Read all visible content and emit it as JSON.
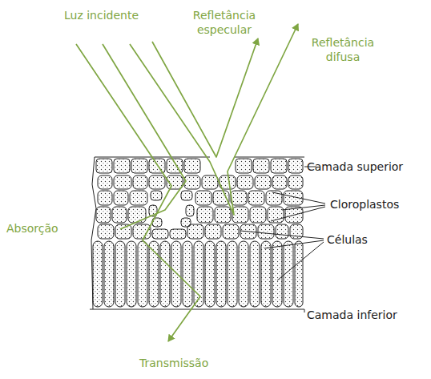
{
  "diagram": {
    "labels": [
      "Luz incidente",
      "Refletância especular",
      "Refletância difusa",
      "Camada superior",
      "Cloroplastos",
      "Absorção",
      "Células",
      "Camada inferior",
      "Transmissão"
    ]
  }
}
